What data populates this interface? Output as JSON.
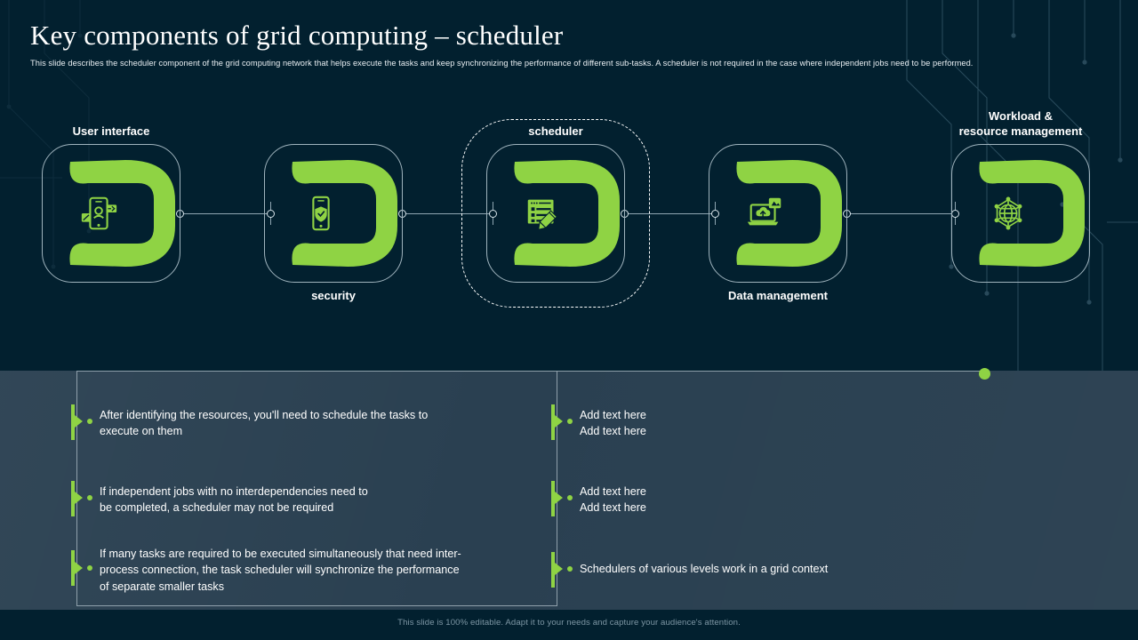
{
  "theme": {
    "bg_dark": "#02202f",
    "panel_bg": "#2a4051",
    "accent_green": "#8fd344",
    "outline": "#9fb3bd",
    "text_white": "#ffffff",
    "footer_text": "#7d96a4"
  },
  "header": {
    "title": "Key components of grid computing – scheduler",
    "subtitle": "This slide describes the scheduler component of the grid computing network that helps execute the tasks and keep synchronizing the performance of different sub-tasks. A scheduler is not required in the case where independent jobs need to be performed."
  },
  "flow": {
    "nodes": [
      {
        "label": "User interface",
        "label_position": "above",
        "icon": "phone-user-icon",
        "highlighted": false
      },
      {
        "label": "security",
        "label_position": "below",
        "icon": "phone-shield-icon",
        "highlighted": false
      },
      {
        "label": "scheduler",
        "label_position": "above",
        "icon": "checklist-pencil-icon",
        "highlighted": true
      },
      {
        "label": "Data management",
        "label_position": "below",
        "icon": "laptop-cloud-icon",
        "highlighted": false
      },
      {
        "label": "Workload &\nresource management",
        "label_position": "above",
        "icon": "network-globe-icon",
        "highlighted": false
      }
    ]
  },
  "details": {
    "left_column": [
      {
        "lines": [
          "After identifying the resources, you'll need to schedule the tasks to",
          "execute on them"
        ]
      },
      {
        "lines": [
          "If independent jobs with no interdependencies need to",
          "be completed, a scheduler may not be required"
        ]
      },
      {
        "lines": [
          "If many tasks are required to be executed simultaneously that need inter-",
          "process connection, the task scheduler will synchronize the performance",
          "of separate smaller tasks"
        ]
      }
    ],
    "right_column": [
      {
        "lines": [
          "Add text here",
          "Add text here"
        ]
      },
      {
        "lines": [
          "Add text here",
          "Add text here"
        ]
      },
      {
        "lines": [
          "Schedulers of various levels work in a grid context"
        ]
      }
    ]
  },
  "footer": {
    "note": "This slide is 100% editable.  Adapt it to your needs and capture your audience's attention."
  }
}
